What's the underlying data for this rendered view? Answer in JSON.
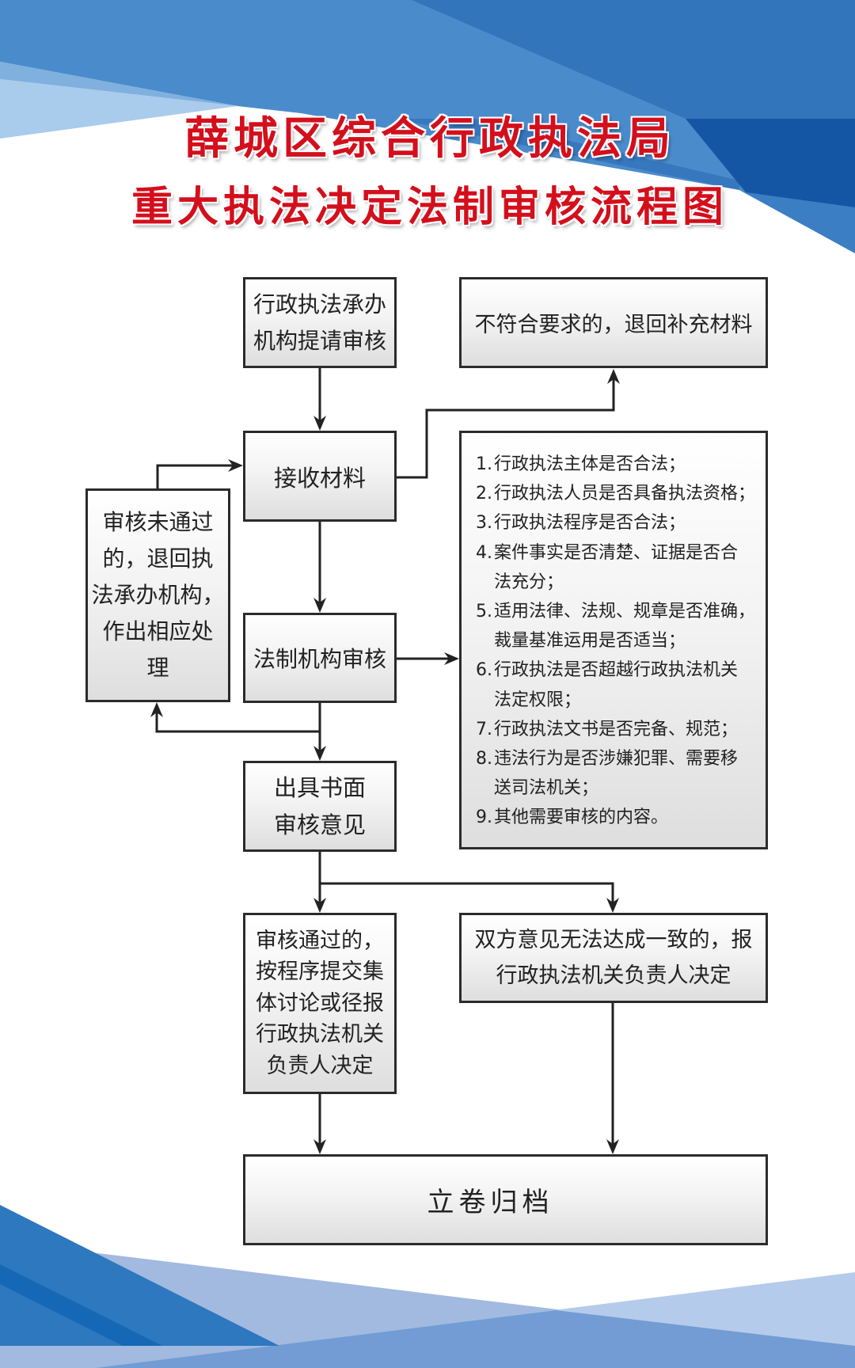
{
  "title": {
    "line1": "薛城区综合行政执法局",
    "line2": "重大执法决定法制审核流程图"
  },
  "nodes": {
    "submit": {
      "lines": [
        "行政执法承办",
        "机构提请审核"
      ]
    },
    "reject": {
      "text": "不符合要求的，退回补充材料"
    },
    "receive": {
      "text": "接收材料"
    },
    "not_passed": {
      "lines": [
        "审核未通过",
        "的，退回执",
        "法承办机构，",
        "作出相应处",
        "理"
      ]
    },
    "legal_review": {
      "text": "法制机构审核"
    },
    "review_items": [
      {
        "number": "1.",
        "lines": [
          "行政执法主体是否合法；"
        ]
      },
      {
        "number": "2.",
        "lines": [
          "行政执法人员是否具备执法资格；"
        ]
      },
      {
        "number": "3.",
        "lines": [
          "行政执法程序是否合法；"
        ]
      },
      {
        "number": "4.",
        "lines": [
          "案件事实是否清楚、证据是否合",
          "法充分；"
        ]
      },
      {
        "number": "5.",
        "lines": [
          "适用法律、法规、规章是否准确，",
          "裁量基准运用是否适当；"
        ]
      },
      {
        "number": "6.",
        "lines": [
          "行政执法是否超越行政执法机关",
          "法定权限；"
        ]
      },
      {
        "number": "7.",
        "lines": [
          "行政执法文书是否完备、规范；"
        ]
      },
      {
        "number": "8.",
        "lines": [
          "违法行为是否涉嫌犯罪、需要移",
          "送司法机关；"
        ]
      },
      {
        "number": "9.",
        "lines": [
          "其他需要审核的内容。"
        ]
      }
    ],
    "written_opinion": {
      "lines": [
        "出具书面",
        "审核意见"
      ]
    },
    "passed": {
      "lines": [
        "审核通过的，",
        "按程序提交集",
        "体讨论或径报",
        "行政执法机关",
        "负责人决定"
      ]
    },
    "disagreement": {
      "lines": [
        "双方意见无法达成一致的，报",
        "行政执法机关负责人决定"
      ]
    },
    "archive": {
      "text": "立卷归档"
    }
  },
  "edges": [
    {
      "from": "submit",
      "to": "receive"
    },
    {
      "from": "receive",
      "to": "reject"
    },
    {
      "from": "receive",
      "to": "legal_review"
    },
    {
      "from": "not_passed",
      "to": "receive"
    },
    {
      "from": "legal_review",
      "to": "review_items"
    },
    {
      "from": "legal_review",
      "to": "not_passed"
    },
    {
      "from": "legal_review",
      "to": "written_opinion"
    },
    {
      "from": "written_opinion",
      "to": "passed"
    },
    {
      "from": "written_opinion",
      "to": "disagreement"
    },
    {
      "from": "passed",
      "to": "archive"
    },
    {
      "from": "disagreement",
      "to": "archive"
    }
  ],
  "colors": {
    "title_red": "#d40f1c",
    "box_border": "#2b2b2b",
    "text": "#222222",
    "brand_blue": "#4a8bcb",
    "dark_blue": "#1556a4",
    "light_blue": "#a9cbec"
  }
}
